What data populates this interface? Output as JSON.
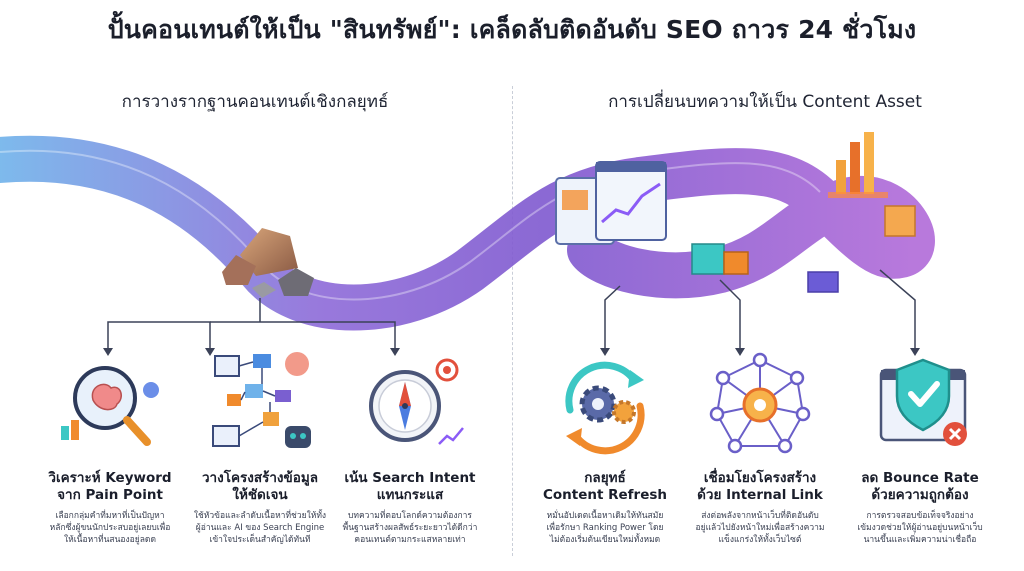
{
  "title": "ปั้นคอนเทนต์ให้เป็น \"สินทรัพย์\": เคล็ดลับติดอันดับ SEO ถาวร 24 ชั่วโมง",
  "sections": {
    "left": "การวางรากฐานคอนเทนต์เชิงกลยุทธ์",
    "right": "การเปลี่ยนบทความให้เป็น Content Asset"
  },
  "colors": {
    "path_start": "#5aa0e0",
    "path_mid": "#7a5fd0",
    "path_end": "#b168d6",
    "accent_orange": "#f08a2c",
    "accent_teal": "#3cc7c4"
  },
  "cards": [
    {
      "icon": "magnifier-brain-icon",
      "title_l1": "วิเคราะห์ Keyword",
      "title_l2": "จาก Pain Point",
      "desc_l1": "เลือกกลุ่มคำที่มหาที่เป็นปัญหา",
      "desc_l2": "หลักซึ่งผู้ขนนักประสบอยู่เลยบเพื่อ",
      "desc_l3": "ให้เนื้อหาที่นสนองอยู่ลดด"
    },
    {
      "icon": "structure-flowchart-icon",
      "title_l1": "วางโครงสร้างข้อมูล",
      "title_l2": "ให้ชัดเจน",
      "desc_l1": "ใช้หัวข้อและลำดับเนื้อหาที่ช่วยให้ทั้ง",
      "desc_l2": "ผู้อ่านและ AI ของ Search Engine",
      "desc_l3": "เข้าใจประเด็นสำคัญได้ทันที"
    },
    {
      "icon": "compass-target-icon",
      "title_l1": "เน้น Search Intent",
      "title_l2": "แทนกระแส",
      "desc_l1": "บทความที่ตอบโลกด์ความต้องการ",
      "desc_l2": "พื้นฐานสร้างผลสัพธ์ระยะยาวได้ดีกว่า",
      "desc_l3": "คอนเทนต์ตามกระแสหลายเท่า"
    },
    {
      "icon": "gears-refresh-icon",
      "title_l1": "กลยุทธ์",
      "title_l2": "Content Refresh",
      "desc_l1": "หมั่นอัปเดตเนื้อหาเดิมให้ทันสมัย",
      "desc_l2": "เพื่อรักษา Ranking Power โดย",
      "desc_l3": "ไม่ต้องเริ่มต้นเขียนใหม่ทั้งหมด"
    },
    {
      "icon": "network-link-icon",
      "title_l1": "เชื่อมโยงโครงสร้าง",
      "title_l2": "ด้วย Internal Link",
      "desc_l1": "ส่งต่อพลังจากหน้าเว็บที่ติดอันดับ",
      "desc_l2": "อยู่แล้วไปยังหน้าใหม่เพื่อสร้างความ",
      "desc_l3": "แข็งแกร่งให้ทั้งเว็บไซต์"
    },
    {
      "icon": "shield-check-icon",
      "title_l1": "ลด Bounce Rate",
      "title_l2": "ด้วยความถูกต้อง",
      "desc_l1": "การตรวจสอบข้อเท็จจริงอย่าง",
      "desc_l2": "เข้มงวดช่วยให้ผู้อ่านอยู่บนหน้าเว็บ",
      "desc_l3": "นานขึ้นและเพิ่มความน่าเชื่อถือ"
    }
  ]
}
